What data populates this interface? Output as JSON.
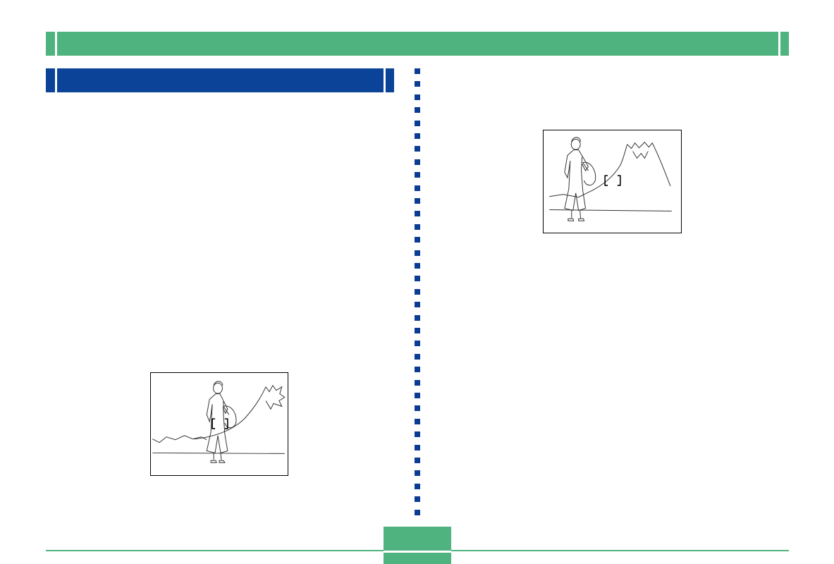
{
  "colors": {
    "header_green": "#4fb37f",
    "section_blue": "#0a4397",
    "divider_blue": "#0a3d91"
  },
  "figures": [
    {
      "name": "figure-subject-center",
      "icon": "woman-mountain-illustration"
    },
    {
      "name": "figure-background-focus",
      "icon": "woman-mountain-illustration"
    }
  ]
}
